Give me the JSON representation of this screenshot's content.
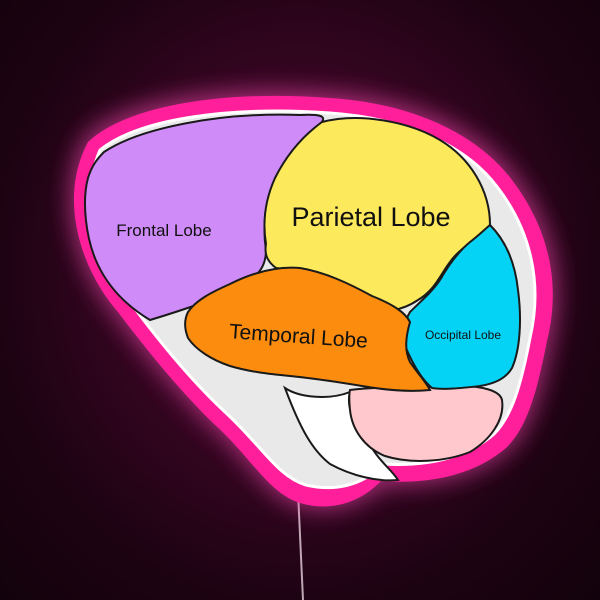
{
  "diagram": {
    "labels": {
      "frontal": "Frontal Lobe",
      "parietal": "Parietal Lobe",
      "temporal": "Temporal Lobe",
      "occipital": "Occipital Lobe"
    },
    "colors": {
      "background": "#2a0419",
      "neon_ring": "#ff1f9a",
      "ring_glow": "#ff4db8",
      "base_plate": "#e9e9e9",
      "outline": "#1a1a1a",
      "frontal": "#cf8cf8",
      "parietal": "#fde95c",
      "temporal": "#fb8c0d",
      "occipital": "#05d3f6",
      "cerebellum": "#fec8cc",
      "brainstem": "#ffffff",
      "stand_wire": "#e8d0dc"
    }
  }
}
